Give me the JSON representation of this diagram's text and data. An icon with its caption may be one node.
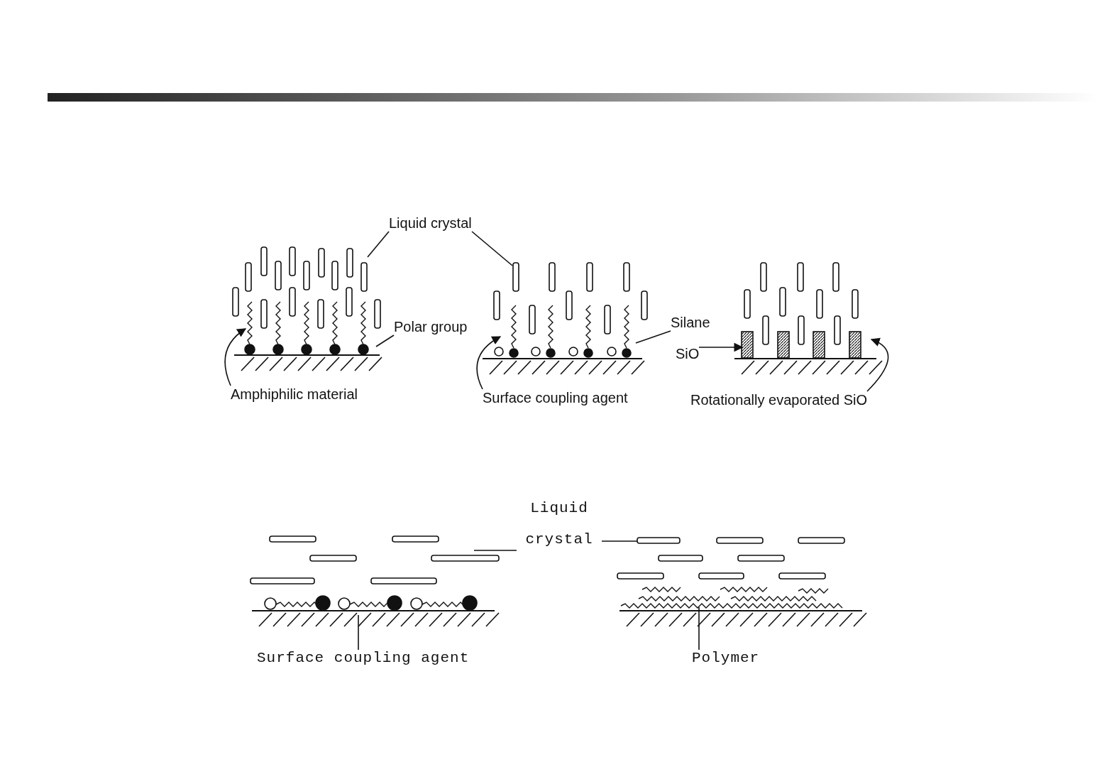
{
  "diagram": {
    "nodes": [
      {
        "text": [
          "Liquid crystal"
        ]
      },
      {
        "text": [
          "Polar group"
        ]
      },
      {
        "text": [
          "Silane"
        ]
      },
      {
        "text": [
          "SiO"
        ]
      },
      {
        "text": [
          "Amphiphilic material"
        ]
      },
      {
        "text": [
          "Surface coupling agent"
        ]
      },
      {
        "text": [
          "Rotationally evaporated SiO"
        ]
      },
      {
        "text": [
          "Liquid crystal"
        ]
      },
      {
        "text": [
          "Surface coupling agent"
        ]
      },
      {
        "text": [
          "Polymer"
        ]
      },
      {
        "text": [],
        "shape": "picture"
      },
      {
        "text": [],
        "shape": "picture"
      },
      {
        "text": [],
        "shape": "picture"
      },
      {
        "text": [],
        "shape": "picture"
      },
      {
        "text": [],
        "shape": "picture"
      }
    ],
    "edges": [
      {
        "from": 0,
        "to": 10,
        "arrow": "none"
      },
      {
        "from": 0,
        "to": 11,
        "arrow": "none"
      },
      {
        "from": 1,
        "to": 10,
        "arrow": "none"
      },
      {
        "from": 2,
        "to": 11,
        "arrow": "none"
      },
      {
        "from": 3,
        "to": 12,
        "arrow": "to"
      },
      {
        "from": 4,
        "to": 10,
        "arrow": "to"
      },
      {
        "from": 5,
        "to": 11,
        "arrow": "to"
      },
      {
        "from": 6,
        "to": 12,
        "arrow": "to"
      },
      {
        "from": 7,
        "to": 13,
        "arrow": "none"
      },
      {
        "from": 7,
        "to": 14,
        "arrow": "none"
      },
      {
        "from": 8,
        "to": 13,
        "arrow": "none"
      },
      {
        "from": 9,
        "to": 14,
        "arrow": "none"
      }
    ]
  }
}
